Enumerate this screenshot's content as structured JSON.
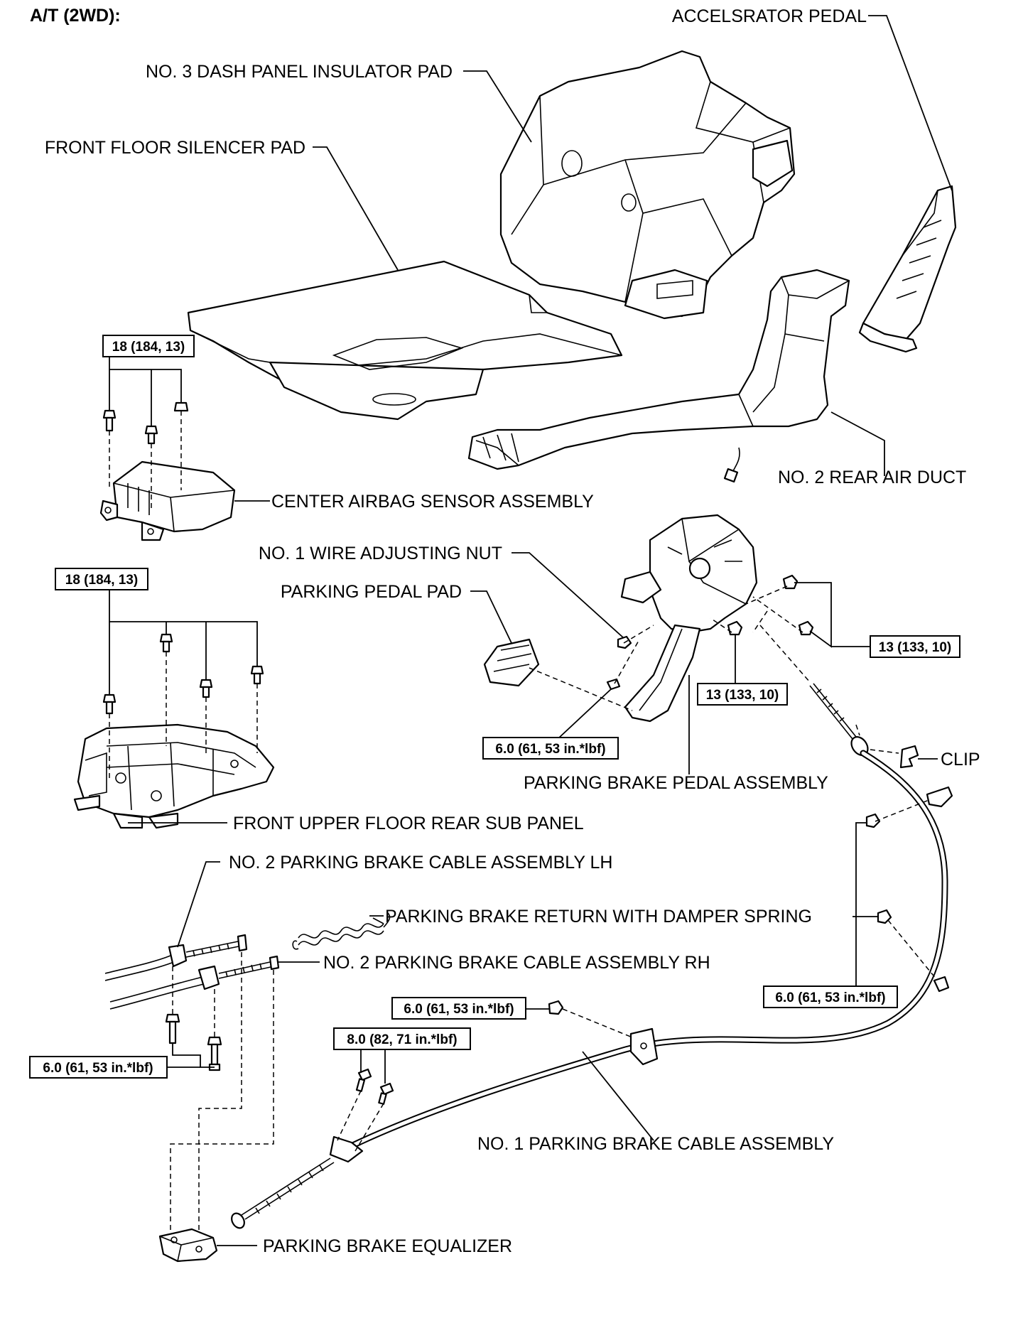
{
  "header": {
    "title": "A/T (2WD):"
  },
  "parts": {
    "accelerator_pedal": "ACCELSRATOR PEDAL",
    "dash_insulator": "NO. 3 DASH PANEL INSULATOR PAD",
    "floor_silencer": "FRONT FLOOR SILENCER PAD",
    "rear_air_duct": "NO. 2 REAR AIR DUCT",
    "airbag_sensor": "CENTER AIRBAG SENSOR ASSEMBLY",
    "wire_adjusting_nut": "NO. 1 WIRE ADJUSTING NUT",
    "parking_pedal_pad": "PARKING PEDAL PAD",
    "clip": "CLIP",
    "brake_pedal_assembly": "PARKING BRAKE PEDAL ASSEMBLY",
    "rear_sub_panel": "FRONT UPPER FLOOR REAR SUB PANEL",
    "cable_lh": "NO. 2 PARKING BRAKE CABLE ASSEMBLY LH",
    "return_spring": "PARKING BRAKE RETURN WITH DAMPER SPRING",
    "cable_rh": "NO. 2 PARKING BRAKE CABLE ASSEMBLY RH",
    "cable_no1": "NO. 1 PARKING BRAKE CABLE ASSEMBLY",
    "equalizer": "PARKING BRAKE EQUALIZER"
  },
  "torques": {
    "airbag_bolts": "18 (184, 13)",
    "sub_panel_bolts": "18 (184, 13)",
    "pedal_nuts_a": "13 (133, 10)",
    "pedal_nuts_b": "13 (133, 10)",
    "adjusting_nut": "6.0 (61, 53 in.*lbf)",
    "cable_clamp_nuts": "6.0 (61, 53 in.*lbf)",
    "cable_bracket_nut": "6.0 (61, 53 in.*lbf)",
    "cable_bolts": "8.0 (82, 71 in.*lbf)",
    "lh_rh_bolts": "6.0 (61, 53 in.*lbf)"
  }
}
